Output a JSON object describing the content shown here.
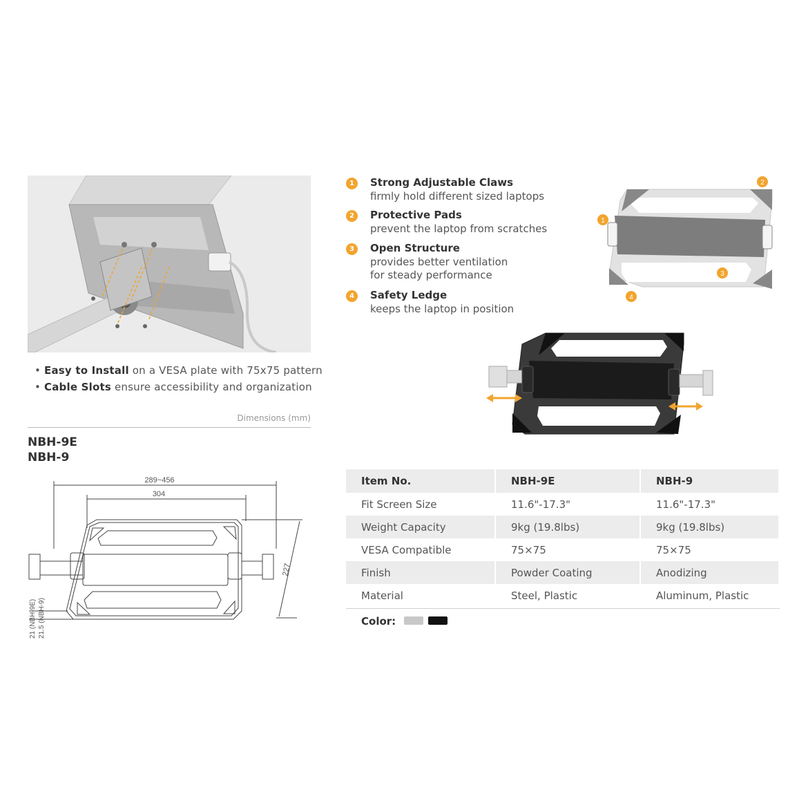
{
  "install": {
    "bullets": [
      {
        "bold": "Easy to Install",
        "rest": " on a VESA plate with 75x75 pattern"
      },
      {
        "bold": "Cable Slots",
        "rest": " ensure accessibility and organization"
      }
    ]
  },
  "dimensions": {
    "label": "Dimensions",
    "unit": "(mm)",
    "models": [
      "NBH-9E",
      "NBH-9"
    ],
    "width_range": "289~456",
    "width_inner": "304",
    "depth": "227",
    "thickness_e": "21 (NBH-9E)",
    "thickness_9": "21.5 (NBH-9)"
  },
  "features": [
    {
      "num": "1",
      "title": "Strong Adjustable Claws",
      "desc": [
        "firmly hold different sized laptops"
      ]
    },
    {
      "num": "2",
      "title": "Protective Pads",
      "desc": [
        "prevent the laptop from scratches"
      ]
    },
    {
      "num": "3",
      "title": "Open Structure",
      "desc": [
        "provides better ventilation",
        "for steady performance"
      ]
    },
    {
      "num": "4",
      "title": "Safety Ledge",
      "desc": [
        "keeps the laptop in position"
      ]
    }
  ],
  "callouts": [
    "1",
    "2",
    "3",
    "4"
  ],
  "specs": {
    "header": [
      "Item No.",
      "NBH-9E",
      "NBH-9"
    ],
    "rows": [
      [
        "Fit Screen Size",
        "11.6\"-17.3\"",
        "11.6\"-17.3\""
      ],
      [
        "Weight Capacity",
        "9kg (19.8lbs)",
        "9kg (19.8lbs)"
      ],
      [
        "VESA Compatible",
        "75×75",
        "75×75"
      ],
      [
        "Finish",
        "Powder Coating",
        "Anodizing"
      ],
      [
        "Material",
        "Steel, Plastic",
        "Aluminum, Plastic"
      ]
    ]
  },
  "color": {
    "label": "Color:",
    "swatches": [
      "#c8c8c8",
      "#111111"
    ]
  },
  "accent": "#f2a42e"
}
